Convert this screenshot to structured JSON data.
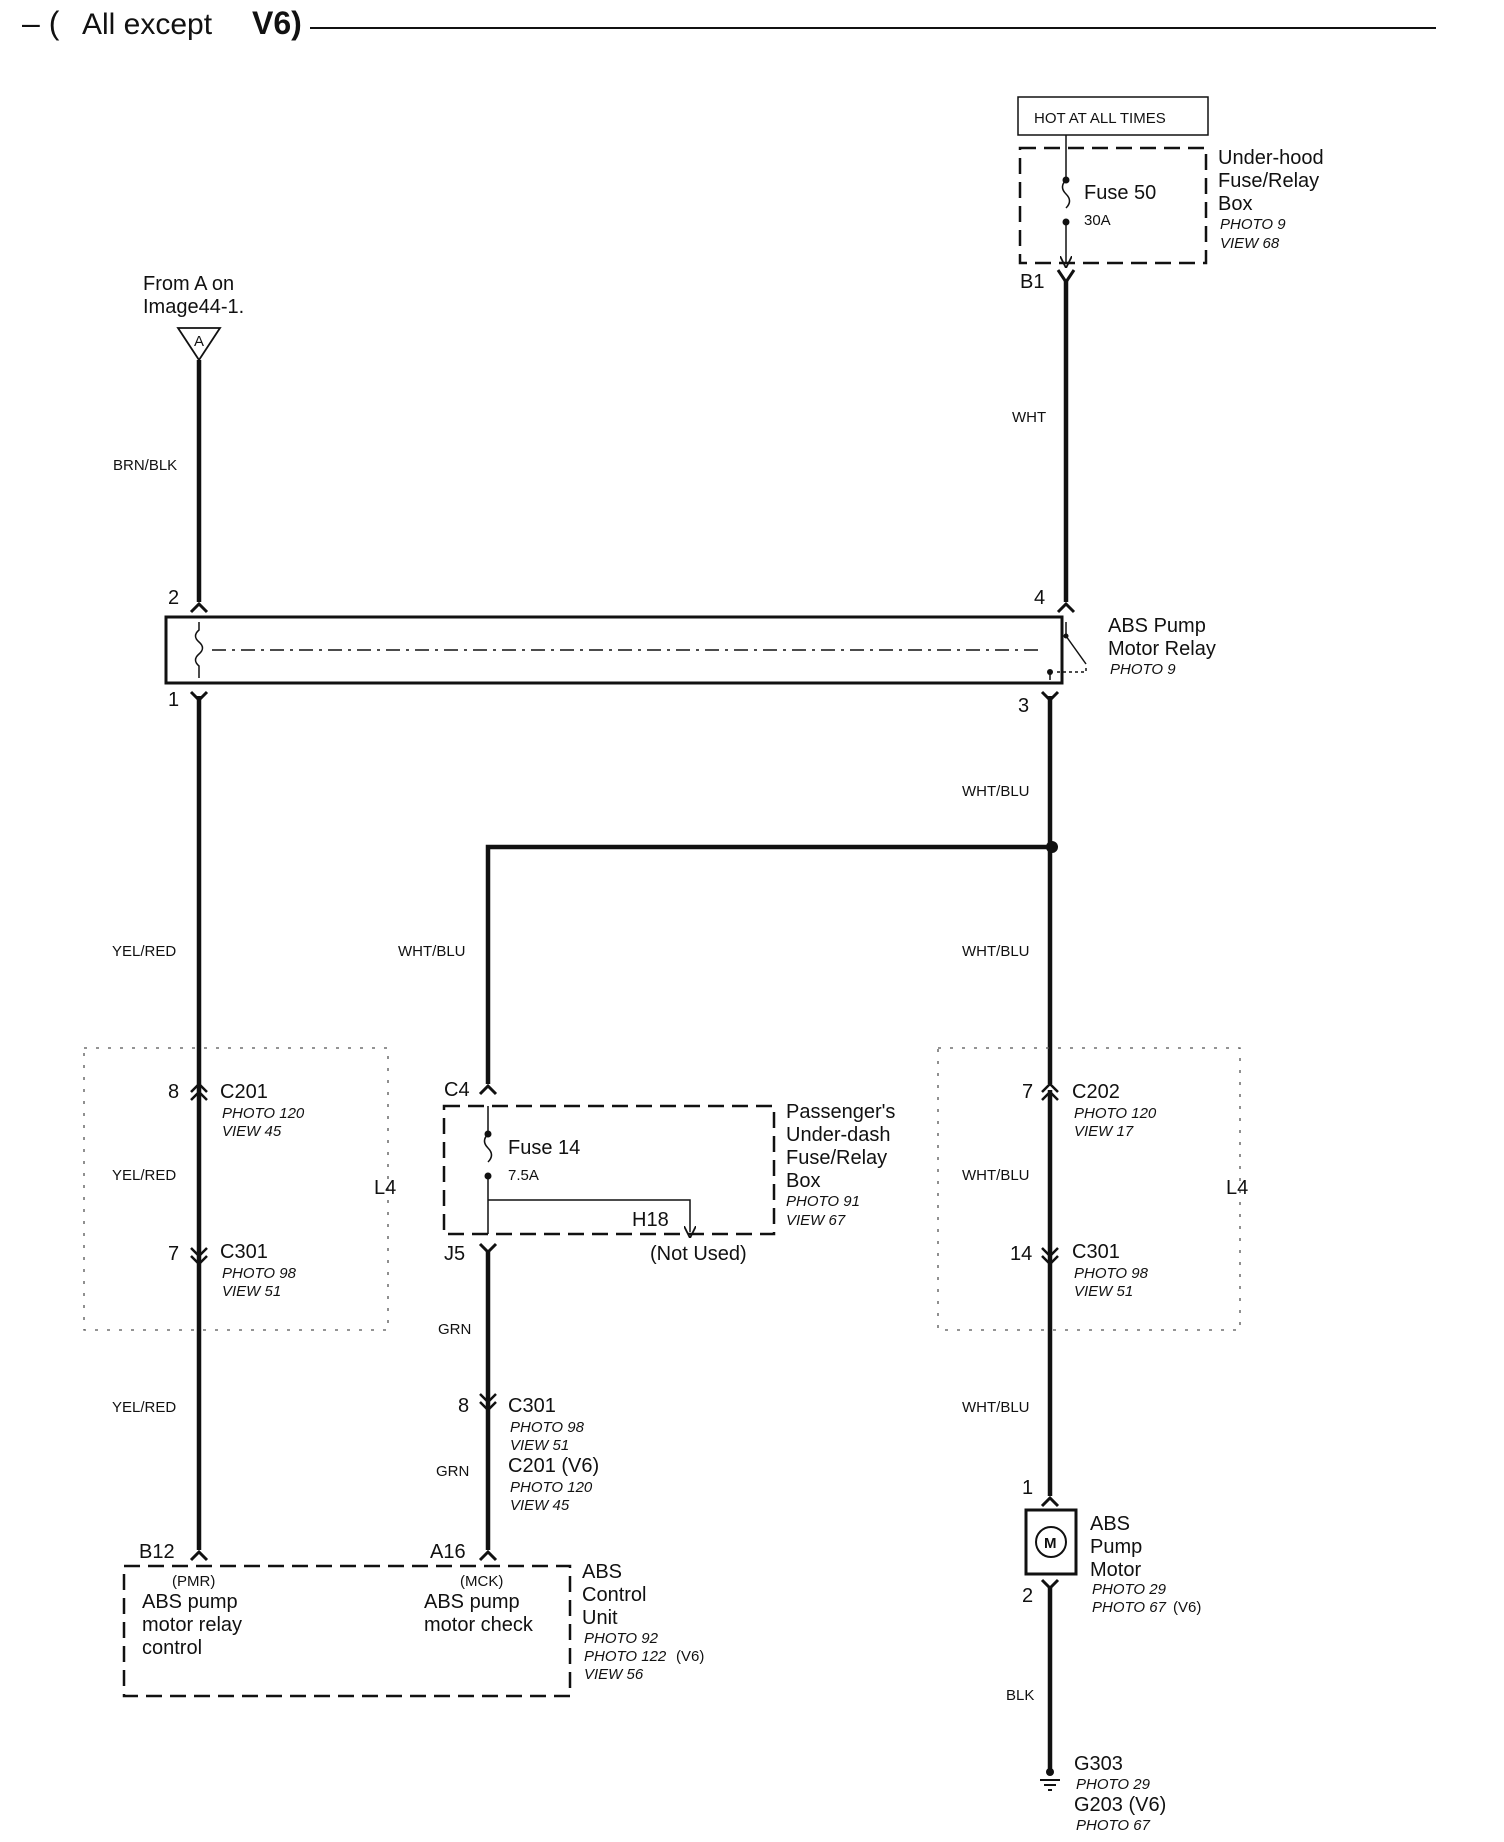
{
  "header": {
    "prefix": "– (",
    "subtitle": "All except",
    "highlight": "V6)"
  },
  "hot_box": "HOT AT ALL TIMES",
  "underhood_box": {
    "lines": [
      "Under-hood",
      "Fuse/Relay",
      "Box"
    ],
    "photo": "PHOTO 9",
    "view": "VIEW 68"
  },
  "fuse50": {
    "name": "Fuse 50",
    "rating": "30A",
    "pin_out": "B1"
  },
  "from_a": {
    "lines": [
      "From A on",
      "Image44-1."
    ],
    "flag": "A"
  },
  "wire_labels": {
    "brn_blk": "BRN/BLK",
    "wht": "WHT",
    "wht_blu": "WHT/BLU",
    "yel_red": "YEL/RED",
    "grn": "GRN",
    "blk": "BLK"
  },
  "relay": {
    "lines": [
      "ABS Pump",
      "Motor Relay"
    ],
    "photo": "PHOTO 9",
    "pin2": "2",
    "pin4": "4",
    "pin1": "1",
    "pin3": "3"
  },
  "c201": {
    "name": "C201",
    "photo": "PHOTO 120",
    "view": "VIEW 45",
    "pin": "8"
  },
  "c301_left": {
    "name": "C301",
    "photo": "PHOTO 98",
    "view": "VIEW 51",
    "pin": "7"
  },
  "l4": "L4",
  "passenger_box": {
    "lines": [
      "Passenger's",
      "Under-dash",
      "Fuse/Relay",
      "Box"
    ],
    "photo": "PHOTO 91",
    "view": "VIEW 67",
    "pin_in": "C4",
    "pin_out": "J5"
  },
  "fuse14": {
    "name": "Fuse 14",
    "rating": "7.5A",
    "h18": "H18",
    "not_used": "(Not Used)"
  },
  "c301_mid": {
    "name": "C301",
    "photo": "PHOTO 98",
    "view": "VIEW 51",
    "pin": "8"
  },
  "c201_v6": {
    "name": "C201 (V6)",
    "photo": "PHOTO 120",
    "view": "VIEW 45"
  },
  "c202": {
    "name": "C202",
    "photo": "PHOTO 120",
    "view": "VIEW 17",
    "pin": "7"
  },
  "c301_right": {
    "name": "C301",
    "photo": "PHOTO 98",
    "view": "VIEW 51",
    "pin": "14"
  },
  "pump_motor": {
    "lines": [
      "ABS",
      "Pump",
      "Motor"
    ],
    "photo1": "PHOTO 29",
    "photo2": "PHOTO 67",
    "photo2_suffix": "(V6)",
    "pin1": "1",
    "pin2": "2",
    "symbol": "M"
  },
  "ground": {
    "g303": "G303",
    "photo1": "PHOTO 29",
    "g203": "G203 (V6)",
    "photo2": "PHOTO 67"
  },
  "control_unit": {
    "lines": [
      "ABS",
      "Control",
      "Unit"
    ],
    "photo1": "PHOTO 92",
    "photo2": "PHOTO 122",
    "photo2_suffix": "(V6)",
    "view": "VIEW 56",
    "pmr_tag": "(PMR)",
    "pmr_lines": [
      "ABS pump",
      "motor relay",
      "control"
    ],
    "pin_b12": "B12",
    "mck_tag": "(MCK)",
    "mck_lines": [
      "ABS pump",
      "motor check"
    ],
    "pin_a16": "A16"
  }
}
